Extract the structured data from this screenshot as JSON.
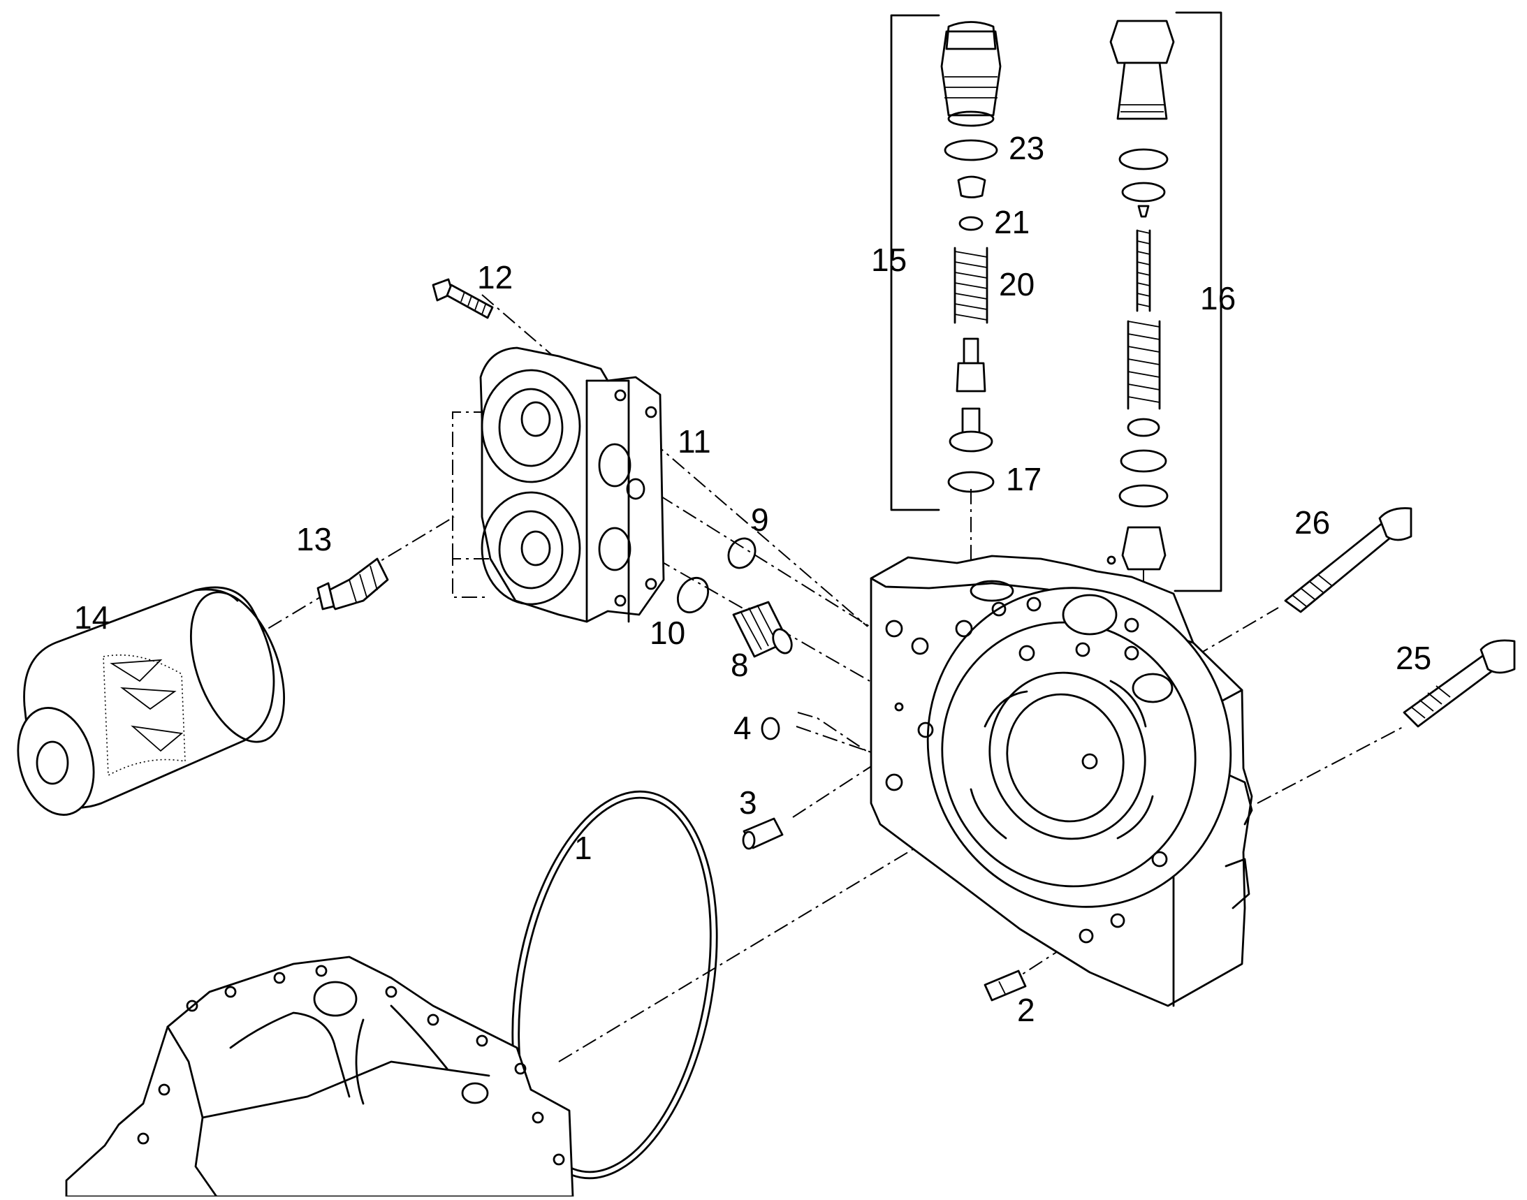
{
  "diagram": {
    "callouts": [
      "1",
      "2",
      "3",
      "4",
      "8",
      "9",
      "10",
      "11",
      "12",
      "13",
      "14",
      "15",
      "16",
      "17",
      "20",
      "21",
      "23",
      "25",
      "26"
    ]
  },
  "colors": {
    "line": "#000000",
    "background": "#ffffff"
  }
}
